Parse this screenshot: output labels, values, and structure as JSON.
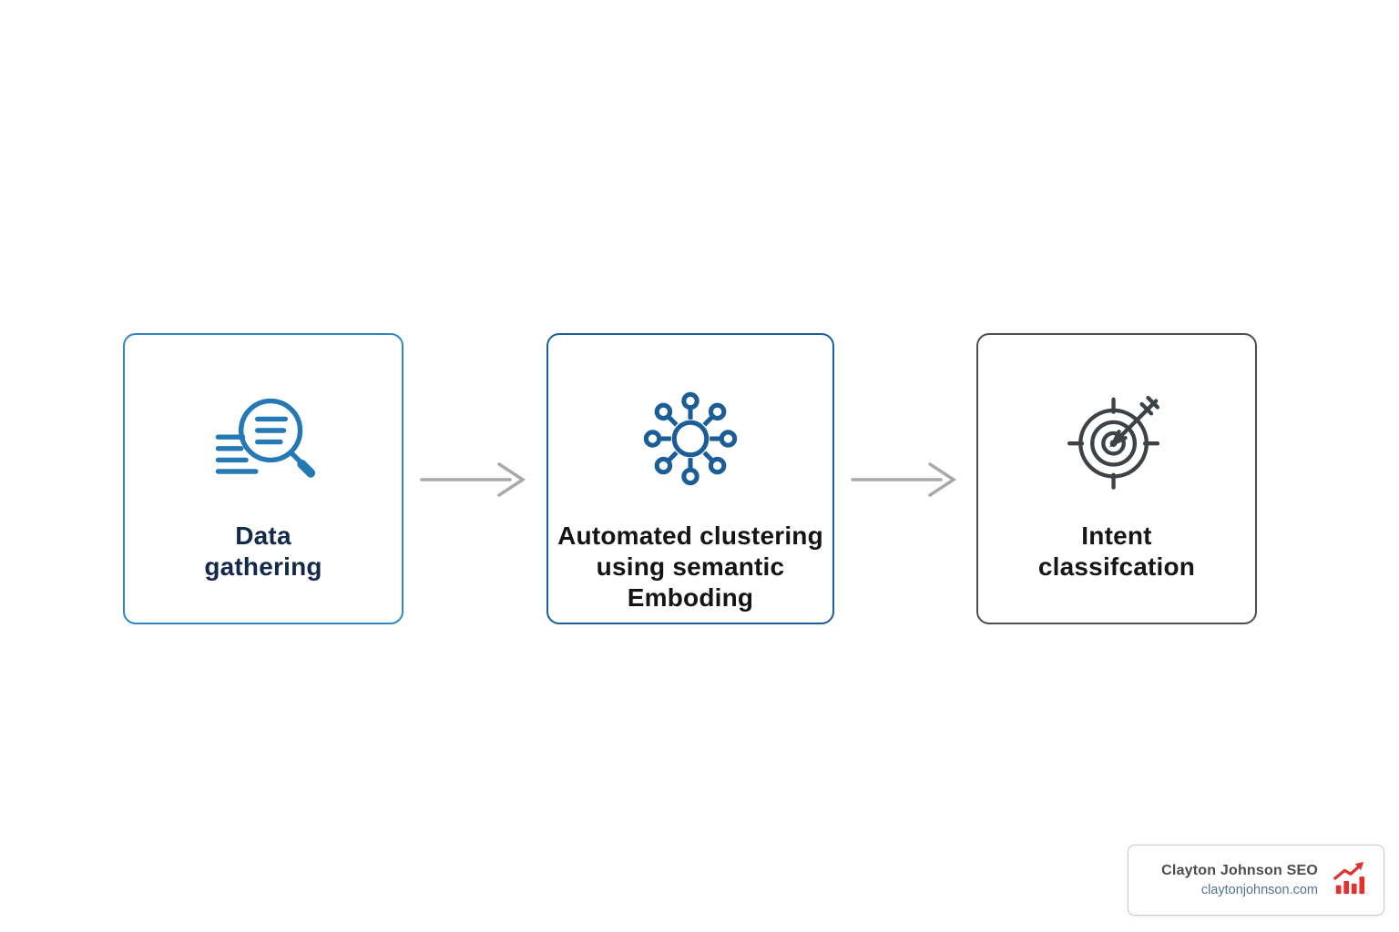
{
  "diagram": {
    "steps": [
      {
        "label": "Data\ngathering",
        "icon": "document-search-icon",
        "border_color": "#2e86c1",
        "icon_color": "#2478b5"
      },
      {
        "label": "Automated clustering\nusing semantic\nEmboding",
        "icon": "cluster-network-icon",
        "border_color": "#1b5e97",
        "icon_color": "#1b5e97"
      },
      {
        "label": "Intent\nclassifcation",
        "icon": "target-arrow-icon",
        "border_color": "#4d4d4d",
        "icon_color": "#3d4247"
      }
    ],
    "connector": {
      "style": "right-arrow",
      "color": "#a9a9a9",
      "count": 2
    }
  },
  "branding": {
    "name": "Clayton Johnson SEO",
    "url": "claytonjohnson.com",
    "icon": "growth-chart-icon",
    "icon_color": "#e23230"
  }
}
